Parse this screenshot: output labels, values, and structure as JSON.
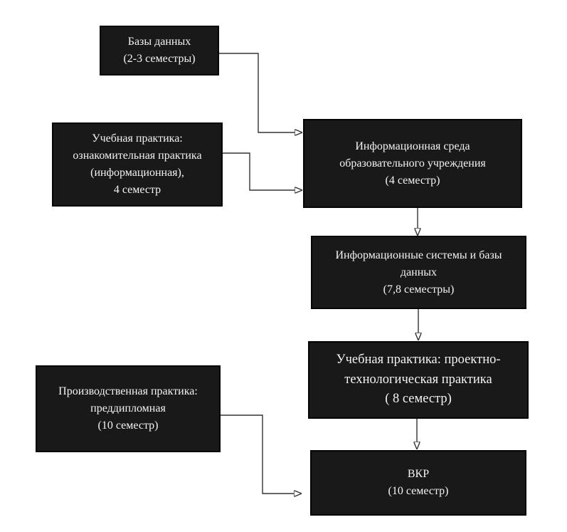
{
  "diagram": {
    "type": "flowchart",
    "nodes": [
      {
        "id": "db",
        "text": "Базы данных\n(2-3 семестры)"
      },
      {
        "id": "intro-practice",
        "text": "Учебная практика:\nознакомительная практика\n(информационная),\n4 семестр"
      },
      {
        "id": "info-env",
        "text": "Информационная среда\nобразовательного учреждения\n(4 семестр)"
      },
      {
        "id": "is-db",
        "text": "Информационные системы и базы\nданных\n(7,8 семестры)"
      },
      {
        "id": "tech-practice",
        "text": "Учебная практика: проектно-\nтехнологическая практика\n( 8 семестр)"
      },
      {
        "id": "pre-diploma",
        "text": "Производственная практика:\nпреддипломная\n(10 семестр)"
      },
      {
        "id": "vkr",
        "text": "ВКР\n(10 семестр)"
      }
    ],
    "edges": [
      {
        "from": "db",
        "to": "info-env"
      },
      {
        "from": "intro-practice",
        "to": "info-env"
      },
      {
        "from": "info-env",
        "to": "is-db"
      },
      {
        "from": "is-db",
        "to": "tech-practice"
      },
      {
        "from": "tech-practice",
        "to": "vkr"
      },
      {
        "from": "pre-diploma",
        "to": "vkr"
      }
    ],
    "colors": {
      "background": "#ffffff",
      "node_fill": "#191919",
      "node_border": "#050505",
      "node_text": "#f3f3f3",
      "connector": "#333333",
      "arrowhead": "#111111"
    }
  }
}
